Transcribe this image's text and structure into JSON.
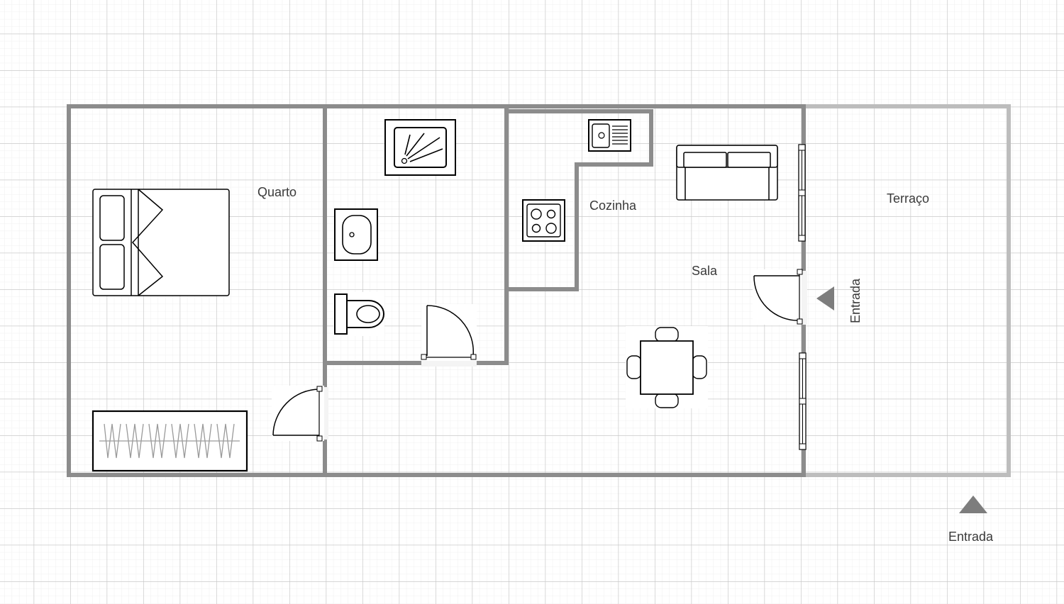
{
  "rooms": {
    "quarto": "Quarto",
    "cozinha": "Cozinha",
    "sala": "Sala",
    "terraco": "Terraço"
  },
  "entrances": {
    "side": "Entrada",
    "bottom": "Entrada"
  },
  "colors": {
    "grid_major": "#c9c9c9",
    "grid_minor": "#ececec",
    "wall": "#8c8c8c",
    "terrace_wall": "#bdbdbd",
    "furniture": "#000000",
    "arrow": "#7d7d7d"
  }
}
